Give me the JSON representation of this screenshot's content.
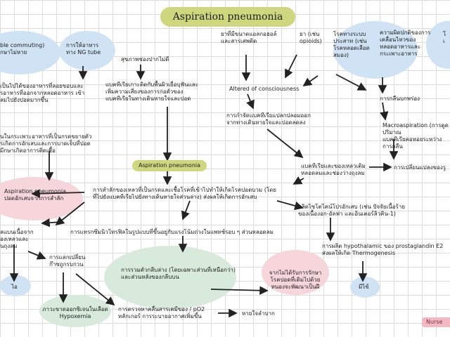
{
  "title": "Aspiration pneumonia",
  "center_label": "Aspiration pneumonia",
  "brand": "Nurse",
  "colors": {
    "title_bg": "#cfd77e",
    "blue_blob": "#cfe3f4",
    "pink_blob": "#f6d6db",
    "green_blob": "#d7eadb",
    "arrow": "#222222"
  },
  "nodes": {
    "n1": "ble commuting)\nกษาไม่หาย",
    "n2": "การให้อาหาร\nทาง NG tube",
    "n3": "สุขภาพช่องปากไม่ดี",
    "n4": "ยาที่มีขนาดแอลกอฮอล์\nและสารเสพติด",
    "n5": "ยา (เช่น\nopioids)",
    "n6": "โรคทางระบบ\nประสาท (เช่น\nโรคหลอดเลือด\nสมอง)",
    "n7": "ความผิดปกติของการ\nเคลื่อนไหวของ\nหลอดอาหารและ\nกระเพาะอาหาร",
    "n8": "โ\nเ",
    "n9": "เป็นไปได้ของอาหารที่ลอยขอบและ\nรอาหารที่ออกจากหลอดอาหาร เข้า\nลมไปยังปอดมากขึ้น",
    "n10": "แบคทีเรียเกาะติดกับพื้นผิวเยื่อบุฟันและ\nเพิ่มความเสี่ยงของการก่อตัวของ\nแบคทีเรียในทางเดินหายใจและปอด",
    "n11": "Altered of consciousness",
    "n12": "การกลืนบกพร่อง",
    "n13": "การกำจัดแบคทีเรียแปลกปลอมออก\nจากทางเดินหายใจและปอดลดลง",
    "n14": "Macroaspiration (การดูดปริมาณ\nแบคทีเรียคอหอยระหว่างการกลืน",
    "n15": "นในกระเพาะอาหารที่เป็นกรดขยายตัว\nรเกิดการอักเสบและการบาดเจ็บที่ปอด\nมีกษาเกิดอาการติดเชื้อ",
    "n16": "แบคทีเรียและของเหลวเติม\nหลอดลมและช่องว่างถุงลม",
    "n17": "การเปลี่ยนแปลงของรู",
    "n18": "Aspiration pneumonia\nปอดอักเสบจากการสำลัก",
    "n19": "การสำลักของเหลวที่เป็นกรดและเชื้อโรคที่เข้าไปทำให้เกิดโรคปอดบวม (โดย\nที่ไปยังแบคทีเรียไปยังทางเดินหายใจส่วนล่าง) ส่งผลให้เกิดการอักเสบ",
    "n20": "ผลิตไซโตไคน์โปรอักเสบ (เช่น ปัจจัยเนื้อร้าย\nของเนื้องอก-อัลฟา และอินเตอร์ลิวคิน-1)",
    "n21": "การแทรกซึมนิวโทรฟิลในรูปแบบที่ขึ้นอยู่กับแรงโน้มถ่วงในแพทช์รอบ ๆ ส่วนหลอดลม",
    "n22": "ลแบนเนื้อจาก\nองเหลวและ\nนถุงลม",
    "n23": "การแลกเปลี่ยน\nก๊าซถูกรบกวน",
    "n24": "ไอ",
    "n25": "การรวมตัวกลีบล่าง (โดยเฉพาะส่วนที่เหนือกว่า)\nและส่วนหลังของกลีบบน",
    "n26": "การผลิต hypothalamic ของ prostaglandin E2\nส่งผลให้เกิด Thermogenesis",
    "n27": "จากไม่ได้รับการรักษา\nโรคปอดที่เดิมไปด้วย\nหนองจะพัฒนาเป็นฝี",
    "n28": "มีไข้",
    "n29": "ภาวะขาดออกซิเจนในเลือด\nHypoxemia",
    "n30": "การตรวจหาคลื่นสารเคมีของ / pO2\nหลักเกอร์ การระบายอากาศเพิ่มขึ้น",
    "n31": "หายใจลำบาก"
  }
}
